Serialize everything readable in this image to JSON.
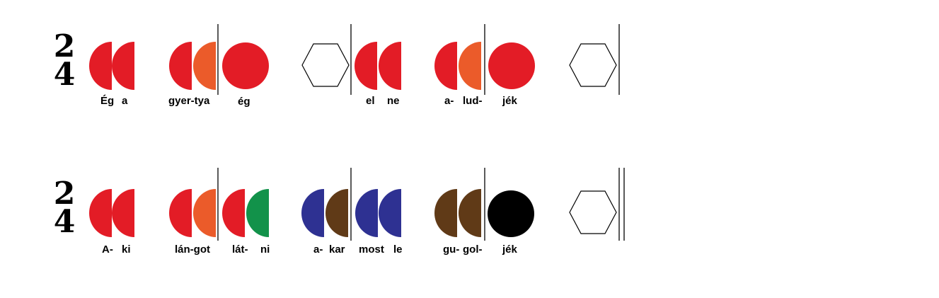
{
  "colors": {
    "red": "#e31c26",
    "orange": "#eb5b2a",
    "green": "#12924a",
    "blue": "#2e3192",
    "brown": "#603a17",
    "black": "#000000"
  },
  "rows": [
    {
      "time_signature": {
        "top": "2",
        "bottom": "4"
      },
      "lyrics": [
        "Ég",
        "a",
        "gyer-tya",
        "ég",
        "el",
        "ne",
        "a-",
        "lud-",
        "jék"
      ],
      "notes": [
        {
          "shape": "double-half",
          "colors": [
            "red",
            "red"
          ]
        },
        {
          "shape": "double-half",
          "colors": [
            "red",
            "orange"
          ]
        },
        {
          "shape": "circle",
          "colors": [
            "red"
          ]
        },
        {
          "shape": "hexagon-rest"
        },
        {
          "shape": "double-half",
          "colors": [
            "red",
            "red"
          ]
        },
        {
          "shape": "double-half",
          "colors": [
            "red",
            "orange"
          ]
        },
        {
          "shape": "circle",
          "colors": [
            "red"
          ]
        },
        {
          "shape": "hexagon-rest"
        }
      ],
      "end_bar": "single"
    },
    {
      "time_signature": {
        "top": "2",
        "bottom": "4"
      },
      "lyrics": [
        "A-",
        "ki",
        "lán-got",
        "lát-",
        "ni",
        "a-",
        "kar",
        "most",
        "le",
        "gu-",
        "gol-",
        "jék"
      ],
      "notes": [
        {
          "shape": "double-half",
          "colors": [
            "red",
            "red"
          ]
        },
        {
          "shape": "double-half",
          "colors": [
            "red",
            "orange"
          ]
        },
        {
          "shape": "double-half",
          "colors": [
            "red",
            "green"
          ]
        },
        {
          "shape": "double-half",
          "colors": [
            "blue",
            "brown"
          ]
        },
        {
          "shape": "double-half",
          "colors": [
            "blue",
            "blue"
          ]
        },
        {
          "shape": "double-half",
          "colors": [
            "brown",
            "brown"
          ]
        },
        {
          "shape": "circle",
          "colors": [
            "black"
          ]
        },
        {
          "shape": "hexagon-rest"
        }
      ],
      "end_bar": "double"
    }
  ]
}
